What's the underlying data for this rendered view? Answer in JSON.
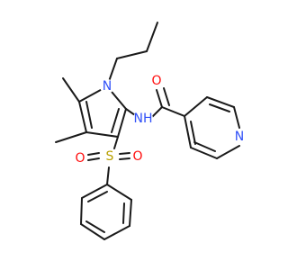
{
  "molecule": {
    "atoms": [
      {
        "id": "N1",
        "label": "N",
        "color": "#3050f8"
      },
      {
        "id": "N_amide",
        "label": "NH",
        "color": "#3050f8"
      },
      {
        "id": "O_amide",
        "label": "O",
        "color": "#ff0d0d"
      },
      {
        "id": "N_pyr",
        "label": "N",
        "color": "#3050f8"
      },
      {
        "id": "S",
        "label": "S",
        "color": "#b8a000"
      },
      {
        "id": "O_s1",
        "label": "O",
        "color": "#ff0d0d"
      },
      {
        "id": "O_s2",
        "label": "O",
        "color": "#ff0d0d"
      }
    ]
  }
}
